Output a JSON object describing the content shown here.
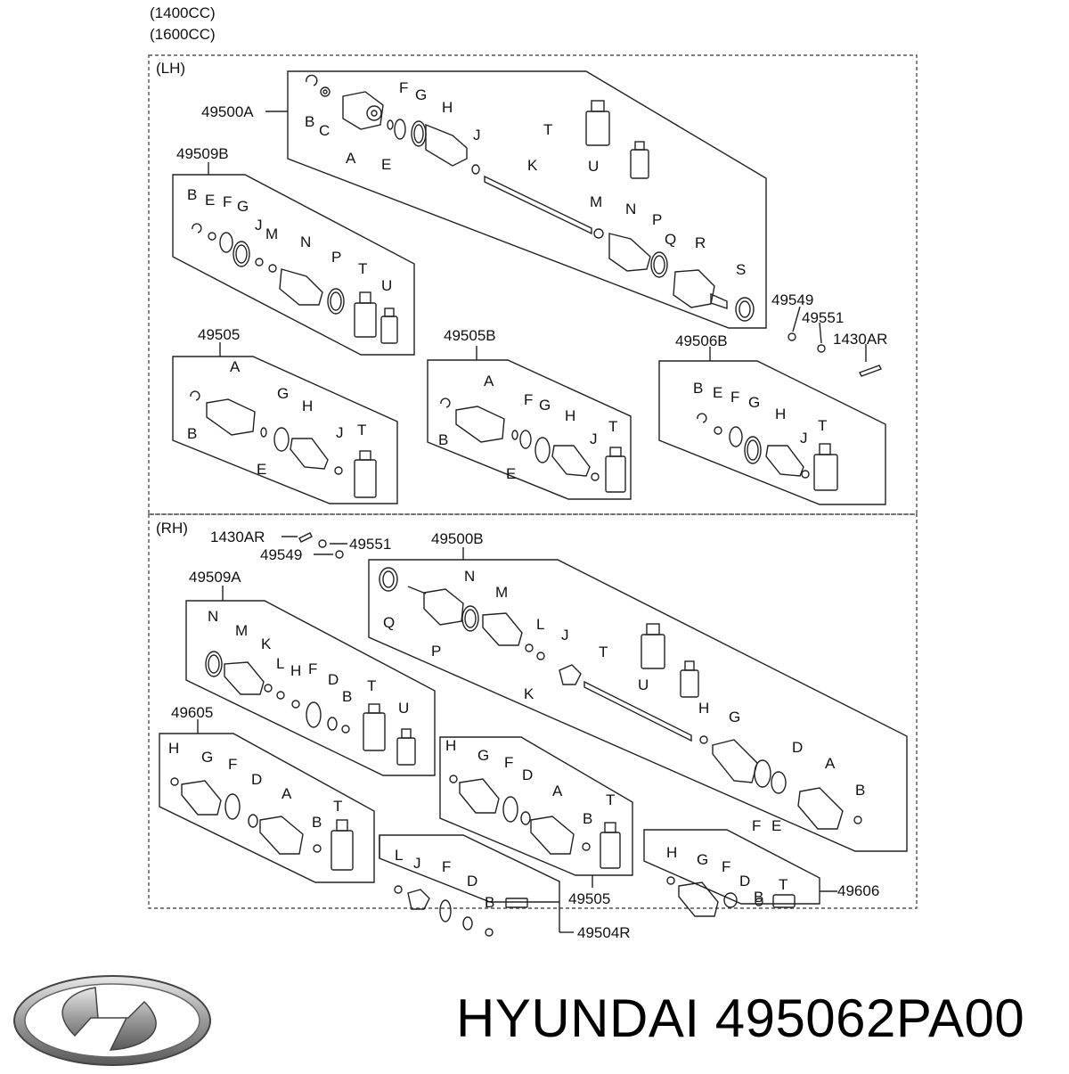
{
  "header": {
    "engine_1": "(1400CC)",
    "engine_2": "(1600CC)"
  },
  "sections": {
    "lh": "(LH)",
    "rh": "(RH)"
  },
  "parts": {
    "p49500A": "49500A",
    "p49509B": "49509B",
    "p49505_lh": "49505",
    "p49505B": "49505B",
    "p49506B": "49506B",
    "p49549_lh": "49549",
    "p49551_lh": "49551",
    "p1430AR_lh": "1430AR",
    "p1430AR_rh": "1430AR",
    "p49551_rh": "49551",
    "p49549_rh": "49549",
    "p49500B": "49500B",
    "p49509A": "49509A",
    "p49605": "49605",
    "p49505_rh": "49505",
    "p49504R": "49504R",
    "p49606": "49606"
  },
  "letters": {
    "A": "A",
    "B": "B",
    "C": "C",
    "D": "D",
    "E": "E",
    "F": "F",
    "G": "G",
    "H": "H",
    "J": "J",
    "K": "K",
    "L": "L",
    "M": "M",
    "N": "N",
    "P": "P",
    "Q": "Q",
    "R": "R",
    "S": "S",
    "T": "T",
    "U": "U"
  },
  "footer": {
    "brand": "HYUNDAI",
    "part_number": "495062PA00"
  },
  "colors": {
    "line": "#222222",
    "dash": "#555555",
    "text": "#111111"
  }
}
